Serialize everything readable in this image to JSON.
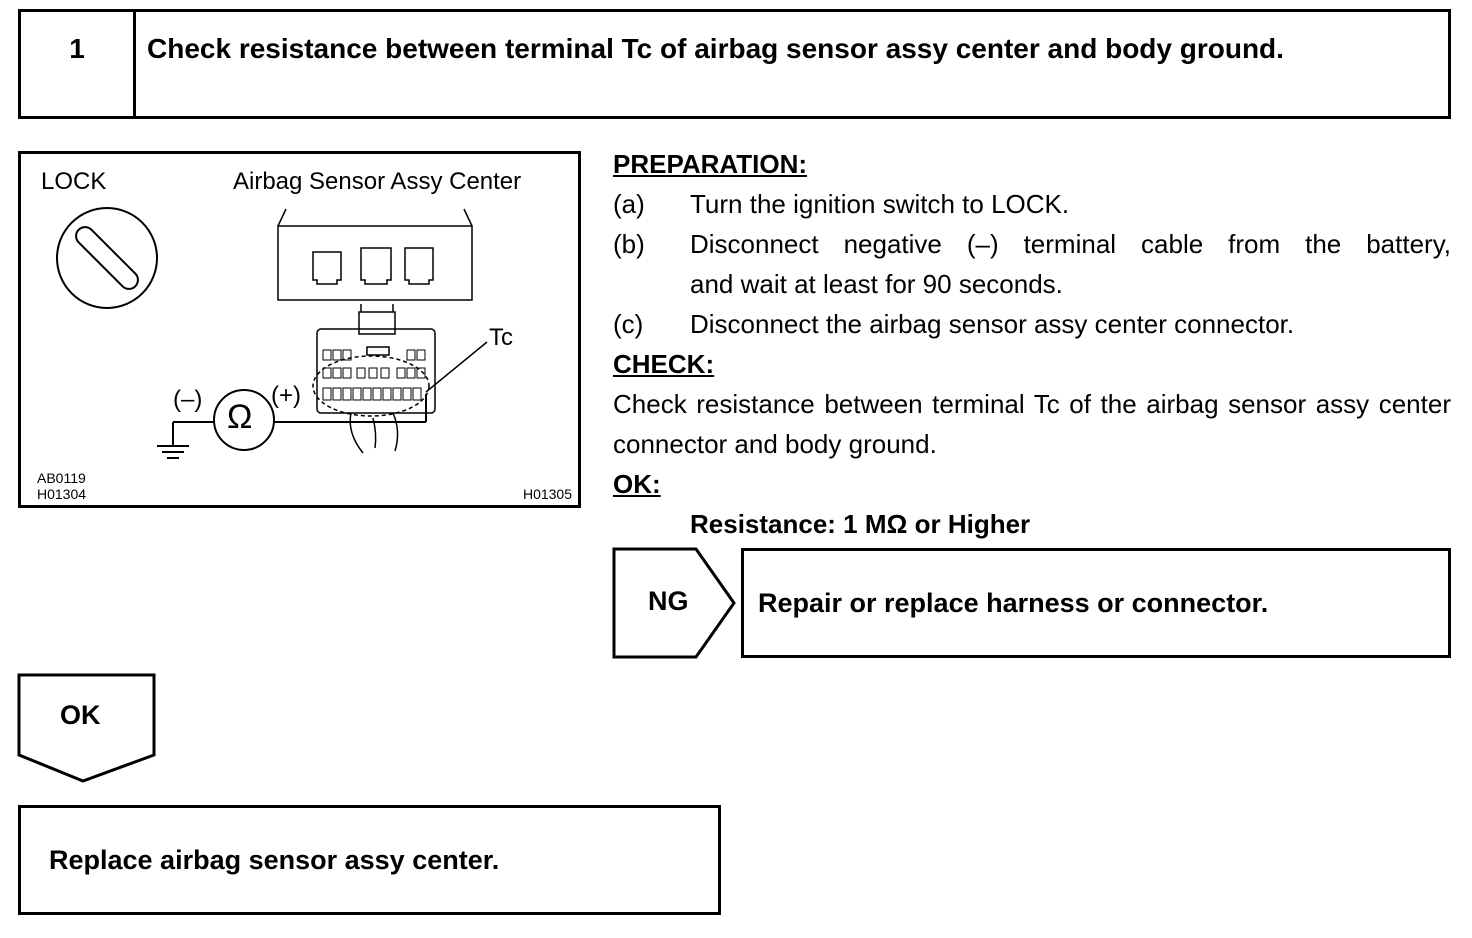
{
  "step": {
    "number": "1",
    "title": "Check resistance between terminal Tc of airbag sensor assy center and body ground."
  },
  "illustration": {
    "lock_label": "LOCK",
    "sensor_label": "Airbag Sensor Assy Center",
    "terminal_label": "Tc",
    "minus_label": "(–)",
    "plus_label": "(+)",
    "ohm_symbol": "Ω",
    "code_1": "AB0119",
    "code_2": "H01304",
    "code_3": "H01305"
  },
  "preparation": {
    "heading": "PREPARATION:",
    "items": [
      {
        "label": "(a)",
        "lines": [
          "Turn the ignition switch to LOCK."
        ]
      },
      {
        "label": "(b)",
        "lines": [
          "Disconnect negative (–) terminal cable from the battery,",
          "and wait at least for 90 seconds."
        ]
      },
      {
        "label": "(c)",
        "lines": [
          "Disconnect the airbag sensor assy center connector."
        ]
      }
    ]
  },
  "check": {
    "heading": "CHECK:",
    "text": "Check resistance between terminal Tc of the airbag sensor assy center connector and body ground."
  },
  "ok": {
    "heading": "OK:",
    "spec": "Resistance: 1 MΩ or Higher"
  },
  "ng_result": {
    "tag": "NG",
    "text": "Repair or replace harness or connector."
  },
  "ok_result": {
    "tag": "OK",
    "text": "Replace airbag sensor assy center."
  }
}
